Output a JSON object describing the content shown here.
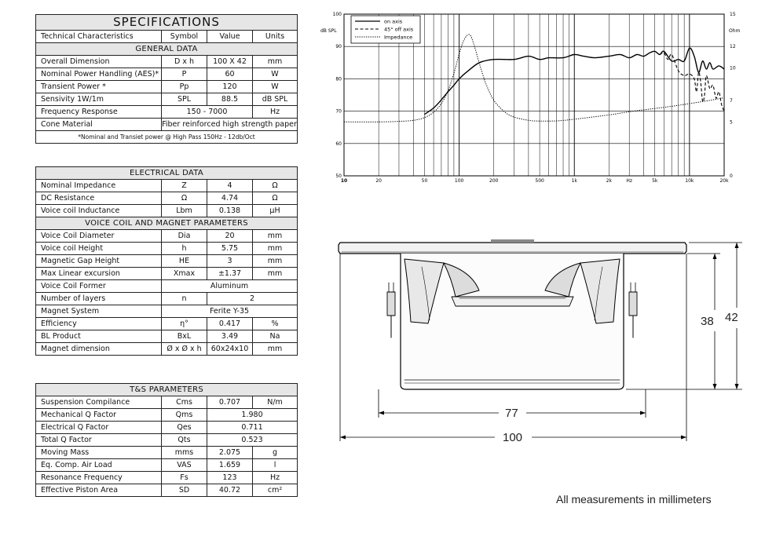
{
  "spec_table": {
    "title": "SPECIFICATIONS",
    "columns": [
      "Technical Characteristics",
      "Symbol",
      "Value",
      "Units"
    ],
    "section": "GENERAL DATA",
    "rows": [
      [
        "Overall Dimension",
        "D x h",
        "100 X 42",
        "mm"
      ],
      [
        "Nominal Power Handling (AES)*",
        "P",
        "60",
        "W"
      ],
      [
        "Transient Power *",
        "Pp",
        "120",
        "W"
      ],
      [
        "Sensivity 1W/1m",
        "SPL",
        "88.5",
        "dB SPL"
      ]
    ],
    "freq_response": {
      "label": "Frequency Response",
      "value": "150 - 7000",
      "unit": "Hz"
    },
    "cone": {
      "label": "Cone Material",
      "value": "Fiber reinforced high strength paper"
    },
    "footnote": "*Nominal and Transiet power @ High Pass 150Hz - 12db/Oct"
  },
  "electrical": {
    "title": "ELECTRICAL DATA",
    "rows": [
      [
        "Nominal Impedance",
        "Z",
        "4",
        "Ω"
      ],
      [
        "DC Resistance",
        "Ω",
        "4.74",
        "Ω"
      ],
      [
        "Voice coil Inductance",
        "Lbm",
        "0.138",
        "μH"
      ]
    ],
    "vc_title": "VOICE COIL AND MAGNET PARAMETERS",
    "vc_rows": [
      [
        "Voice Coil Diameter",
        "Dia",
        "20",
        "mm"
      ],
      [
        "Voice coil Height",
        "h",
        "5.75",
        "mm"
      ],
      [
        "Magnetic Gap Height",
        "HE",
        "3",
        "mm"
      ],
      [
        "Max Linear excursion",
        "Xmax",
        "±1.37",
        "mm"
      ]
    ],
    "former": {
      "label": "Voice Coil Former",
      "value": "Aluminum"
    },
    "layers": {
      "label": "Number of layers",
      "symbol": "n",
      "value": "2"
    },
    "magnet": {
      "label": "Magnet System",
      "value": "Ferite Y-35"
    },
    "vc_rows2": [
      [
        "Efficiency",
        "η°",
        "0.417",
        "%"
      ],
      [
        "BL Product",
        "BxL",
        "3.49",
        "Na"
      ],
      [
        "Magnet dimension",
        "Ø x Ø x h",
        "60x24x10",
        "mm"
      ]
    ]
  },
  "ts": {
    "title": "T&S PARAMETERS",
    "compliance": {
      "label": "Suspension Compilance",
      "symbol": "Cms",
      "value": "0.707",
      "unit": "N/m"
    },
    "q_rows": [
      [
        "Mechanical Q Factor",
        "Qms",
        "1.980"
      ],
      [
        "Electrical Q Factor",
        "Qes",
        "0.711"
      ],
      [
        "Total Q Factor",
        "Qts",
        "0.523"
      ]
    ],
    "rows": [
      [
        "Moving Mass",
        "mms",
        "2.075",
        "g"
      ],
      [
        "Eq. Comp. Air Load",
        "VAS",
        "1.659",
        "l"
      ],
      [
        "Resonance Frequency",
        "Fs",
        "123",
        "Hz"
      ],
      [
        "Effective Piston Area",
        "SD",
        "40.72",
        "cm²"
      ]
    ]
  },
  "chart_data": {
    "type": "line",
    "xscale": "log",
    "xlim": [
      10,
      20000
    ],
    "ylim": [
      50,
      100
    ],
    "y2lim": [
      0,
      15
    ],
    "ylabel": "dB SPL",
    "y2label": "Ohm",
    "x_ticks": [
      "10",
      "20",
      "50",
      "100",
      "200",
      "500",
      "1k",
      "2k",
      "Hz",
      "5k",
      "10k",
      "20k"
    ],
    "y_ticks": [
      "100",
      "90",
      "80",
      "70",
      "60",
      "50"
    ],
    "y2_ticks": [
      "15",
      "12",
      "10",
      "7",
      "5",
      "0"
    ],
    "legend_position": "top-left",
    "series": [
      {
        "name": "on axis",
        "axis": "left",
        "style": "solid",
        "x": [
          50,
          60,
          70,
          80,
          90,
          100,
          120,
          150,
          200,
          300,
          400,
          500,
          600,
          800,
          1000,
          1200,
          1500,
          2000,
          2500,
          3000,
          3500,
          4000,
          4500,
          5000,
          5500,
          6000,
          7000,
          8000,
          9000,
          10000,
          11000,
          12000,
          13000,
          14000,
          15000,
          16000,
          18000,
          20000
        ],
        "y": [
          69,
          71,
          73.5,
          76,
          78,
          80,
          82.5,
          85,
          86,
          86,
          87,
          86,
          86.5,
          86.5,
          87.5,
          87,
          86.5,
          87,
          87.5,
          86.5,
          87.5,
          87,
          88,
          88.5,
          87.5,
          88.5,
          85.5,
          86,
          85.5,
          89.5,
          87,
          82,
          85.5,
          83,
          85,
          83,
          84,
          83
        ]
      },
      {
        "name": "45° off axis",
        "axis": "left",
        "style": "dashed",
        "x": [
          5500,
          6000,
          6500,
          7000,
          8000,
          9000,
          10000,
          11000,
          11500,
          12000,
          12500,
          13000,
          13500,
          14000,
          15000,
          16000,
          17000,
          18000,
          19000,
          20000
        ],
        "y": [
          87.5,
          88,
          86,
          87.5,
          82.5,
          81,
          81.5,
          80,
          76,
          82,
          79,
          73,
          75,
          81,
          77,
          78,
          74,
          76,
          72,
          70
        ]
      },
      {
        "name": "Impedance",
        "axis": "right",
        "style": "dotted",
        "x": [
          10,
          20,
          30,
          40,
          50,
          60,
          70,
          80,
          90,
          100,
          110,
          123,
          135,
          150,
          170,
          200,
          250,
          300,
          400,
          500,
          700,
          1000,
          2000,
          3000,
          5000,
          7000,
          10000,
          15000,
          20000
        ],
        "y": [
          5.0,
          5.0,
          5.05,
          5.15,
          5.4,
          5.9,
          6.7,
          7.9,
          9.5,
          11.3,
          12.6,
          13.1,
          12.1,
          10.4,
          8.6,
          7.0,
          5.9,
          5.45,
          5.15,
          5.08,
          5.1,
          5.25,
          5.65,
          5.95,
          6.25,
          6.45,
          6.7,
          7.0,
          7.25
        ]
      }
    ]
  },
  "drawing": {
    "dim_38": "38",
    "dim_42": "42",
    "dim_77": "77",
    "dim_100": "100"
  },
  "footer_note": "All measurements in millimeters"
}
